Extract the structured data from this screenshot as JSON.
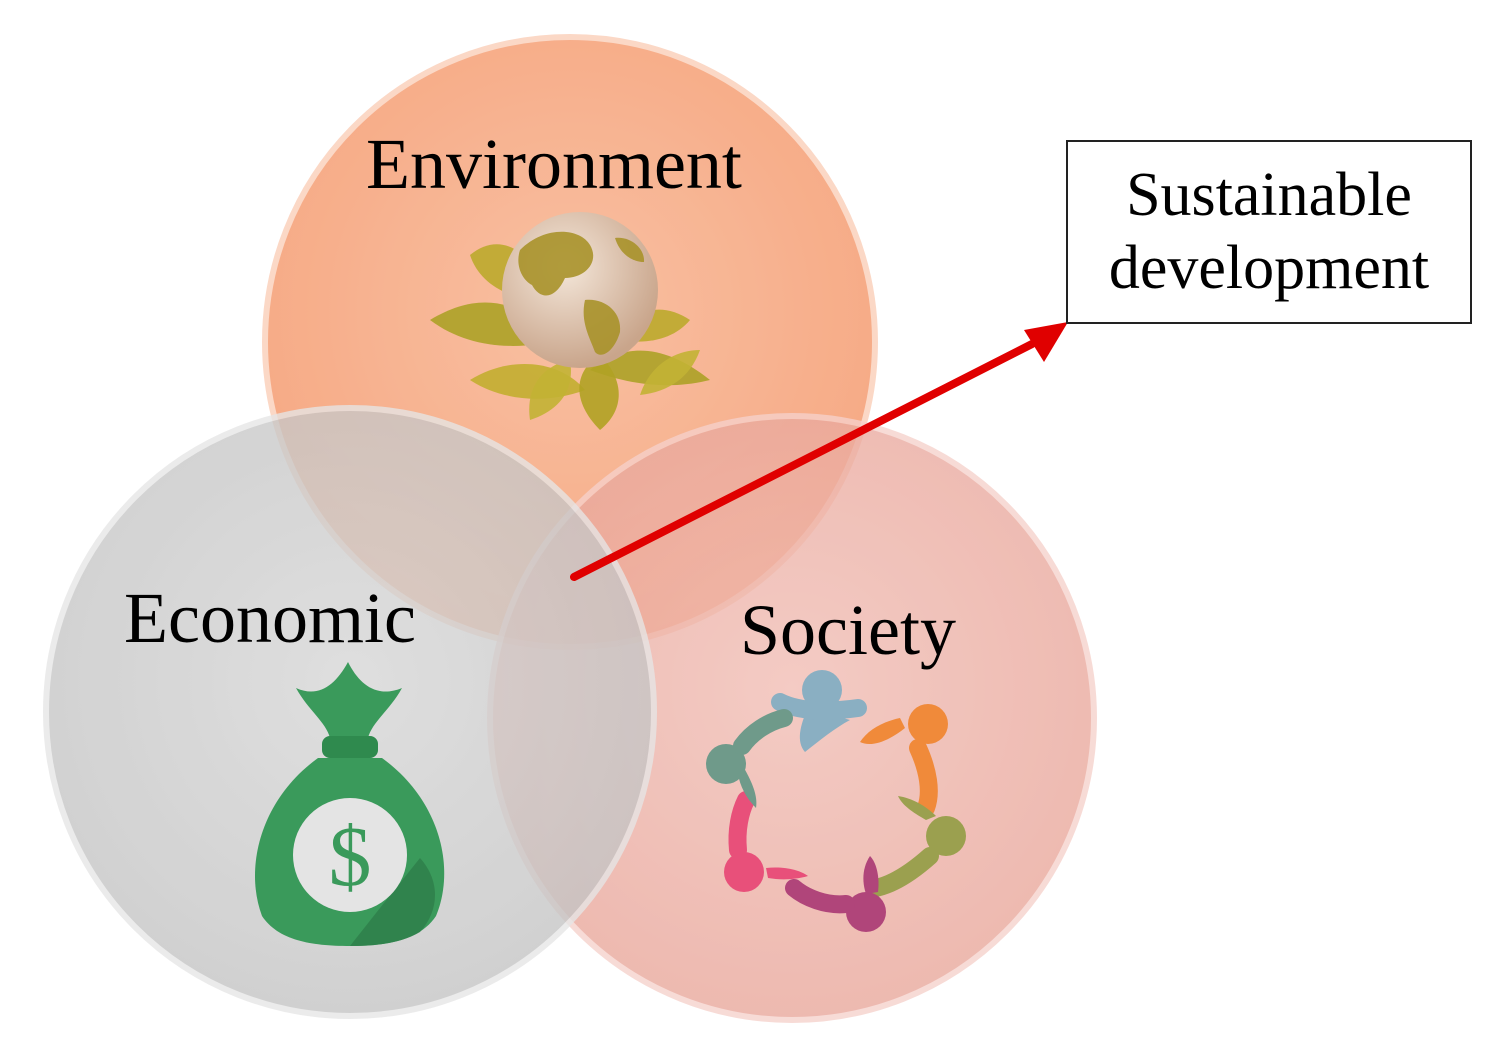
{
  "circles": {
    "environment": {
      "label": "Environment",
      "color": "#F7A67C",
      "icon": "globe-with-leaves-icon"
    },
    "economic": {
      "label": "Economic",
      "color": "#C9C9C9",
      "icon": "money-bag-icon"
    },
    "society": {
      "label": "Society",
      "color": "#EBA89E",
      "icon": "people-circle-icon"
    }
  },
  "center": {
    "label_line1": "Sustainable",
    "label_line2": "development"
  },
  "arrow_color": "#E00000",
  "icon_colors": {
    "money_bag": "#3A9A5B",
    "people": [
      "#8AAFC2",
      "#F08A3A",
      "#9BA04F",
      "#B0457A",
      "#E8507A",
      "#6F9A8A"
    ]
  }
}
